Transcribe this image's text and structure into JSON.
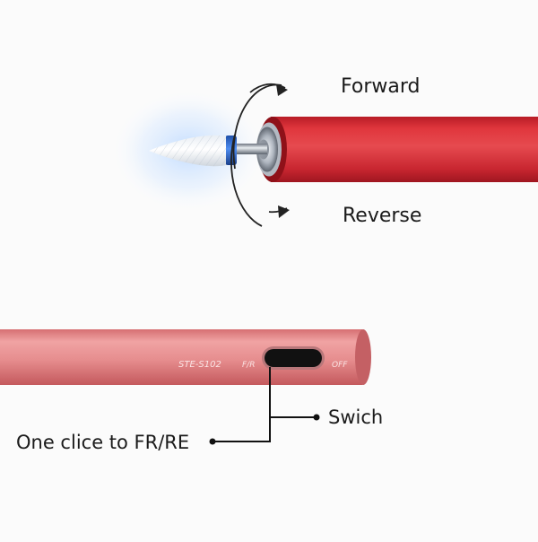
{
  "labels": {
    "forward": "Forward",
    "reverse": "Reverse",
    "switch": "Swich",
    "one_click": "One clice to FR/RE"
  },
  "pen_markings": {
    "model": "STE-S102",
    "fr": "F/R",
    "off": "OFF"
  },
  "colors": {
    "background": "#fbfbfb",
    "upper_handpiece": "#d92b33",
    "lower_handpiece": "#e48a8c",
    "switch_button": "#111111",
    "bit_collar": "#2f6fd0",
    "rotation_arrows": "#222222"
  },
  "icons": {
    "rotation": "rotation-arrows-icon",
    "nail_bit": "ceramic-flame-bit"
  }
}
